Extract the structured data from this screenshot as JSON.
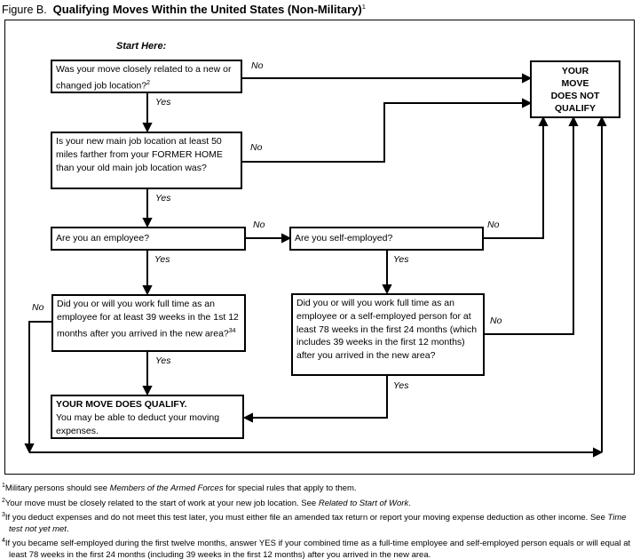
{
  "title": {
    "prefix": "Figure B.",
    "main": "Qualifying Moves Within the United States (Non-Military)",
    "sup": "1"
  },
  "flowchart": {
    "start_label": "Start Here:",
    "labels": {
      "no": "No",
      "yes": "Yes"
    },
    "boxes": {
      "q1": {
        "text": "Was your move closely related to a new or changed job location?",
        "sup": "2"
      },
      "q2": {
        "text": "Is your new main job location at least 50 miles farther from your FORMER HOME than your old main job location was?"
      },
      "q3": {
        "text": "Are you an employee?"
      },
      "q4": {
        "text": "Are you self-employed?"
      },
      "q5": {
        "text": "Did you or will you work full time as an employee for at least 39 weeks in the 1st 12 months after you arrived in the new area?",
        "sup": "34"
      },
      "q6": {
        "text": "Did you or will you work full time as an employee or a self-employed person for at least 78 weeks in the first 24 months (which includes 39 weeks in the first 12 months) after you arrived in the new area?"
      },
      "qualify": {
        "title": "YOUR MOVE DOES QUALIFY.",
        "text": "You may be able to deduct your moving expenses."
      },
      "not_qualify": {
        "lines": [
          "YOUR",
          "MOVE",
          "DOES NOT",
          "QUALIFY"
        ]
      }
    }
  },
  "footnotes": [
    {
      "marker": "1",
      "pre": "Military persons should see ",
      "italic": "Members of the Armed Forces",
      "post": " for special rules that apply to them."
    },
    {
      "marker": "2",
      "pre": "Your move must be closely related to the start of work at your new job location. See ",
      "italic": "Related to Start of Work",
      "post": "."
    },
    {
      "marker": "3",
      "pre": "If you deduct expenses and do not meet this test later, you must either file an amended tax return or report your moving expense deduction as other income. See ",
      "italic": "Time test not yet met",
      "post": "."
    },
    {
      "marker": "4",
      "pre": "If you became self-employed during the first twelve months, answer YES if your combined time as a full-time employee and self-employed person equals or will equal at least 78 weeks in the first 24 months (including 39 weeks in the first 12 months) after you arrived in the new area.",
      "italic": "",
      "post": ""
    }
  ]
}
